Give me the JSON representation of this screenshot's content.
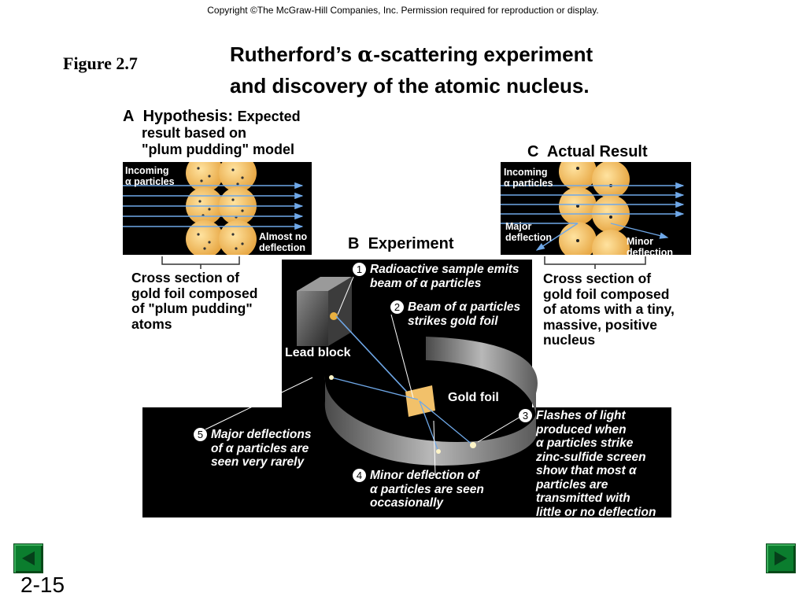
{
  "header": {
    "copyright": "Copyright ©The McGraw-Hill Companies, Inc.  Permission required for reproduction or display.",
    "figure_label": "Figure 2.7",
    "title_line1_pre": "Rutherford’s ",
    "title_alpha": "α",
    "title_line1_post": "-scattering experiment",
    "title_line2": "and discovery of the atomic nucleus."
  },
  "panel_a": {
    "letter": "A",
    "heading": "Hypothesis:",
    "subheading_line1": "Expected",
    "subheading_line2": "result based on",
    "subheading_line3": "\"plum pudding\" model",
    "incoming_label": "Incoming\nα particles",
    "outcome_label": "Almost no\ndeflection",
    "caption": "Cross section of\ngold foil composed\nof \"plum pudding\"\natoms"
  },
  "panel_b": {
    "letter": "B",
    "heading": "Experiment",
    "lead_block_label": "Lead block",
    "gold_foil_label": "Gold foil",
    "steps": [
      {
        "num": "1",
        "text": "Radioactive sample emits\nbeam of α particles"
      },
      {
        "num": "2",
        "text": "Beam of α particles\nstrikes gold foil"
      },
      {
        "num": "3",
        "text": "Flashes of light\nproduced when\nα particles strike\nzinc-sulfide screen\nshow that most α\nparticles are\ntransmitted with\nlittle or no deflection"
      },
      {
        "num": "4",
        "text": "Minor deflection of\nα particles are seen\noccasionally"
      },
      {
        "num": "5",
        "text": "Major deflections\nof α particles are\nseen very rarely"
      }
    ]
  },
  "panel_c": {
    "letter": "C",
    "heading": "Actual Result",
    "incoming_label": "Incoming\nα particles",
    "major_label": "Major\ndeflection",
    "minor_label": "Minor\ndeflection",
    "caption": "Cross section of\ngold foil composed\nof atoms with a tiny,\nmassive, positive\nnucleus"
  },
  "footer": {
    "slide_number": "2-15",
    "prev_icon": "triangle-left-icon",
    "next_icon": "triangle-right-icon"
  },
  "colors": {
    "gold_atom": "#f0c060",
    "beam": "#6fa8e8",
    "panel_bg": "#000000",
    "nav_green": "#0b7d2e"
  }
}
